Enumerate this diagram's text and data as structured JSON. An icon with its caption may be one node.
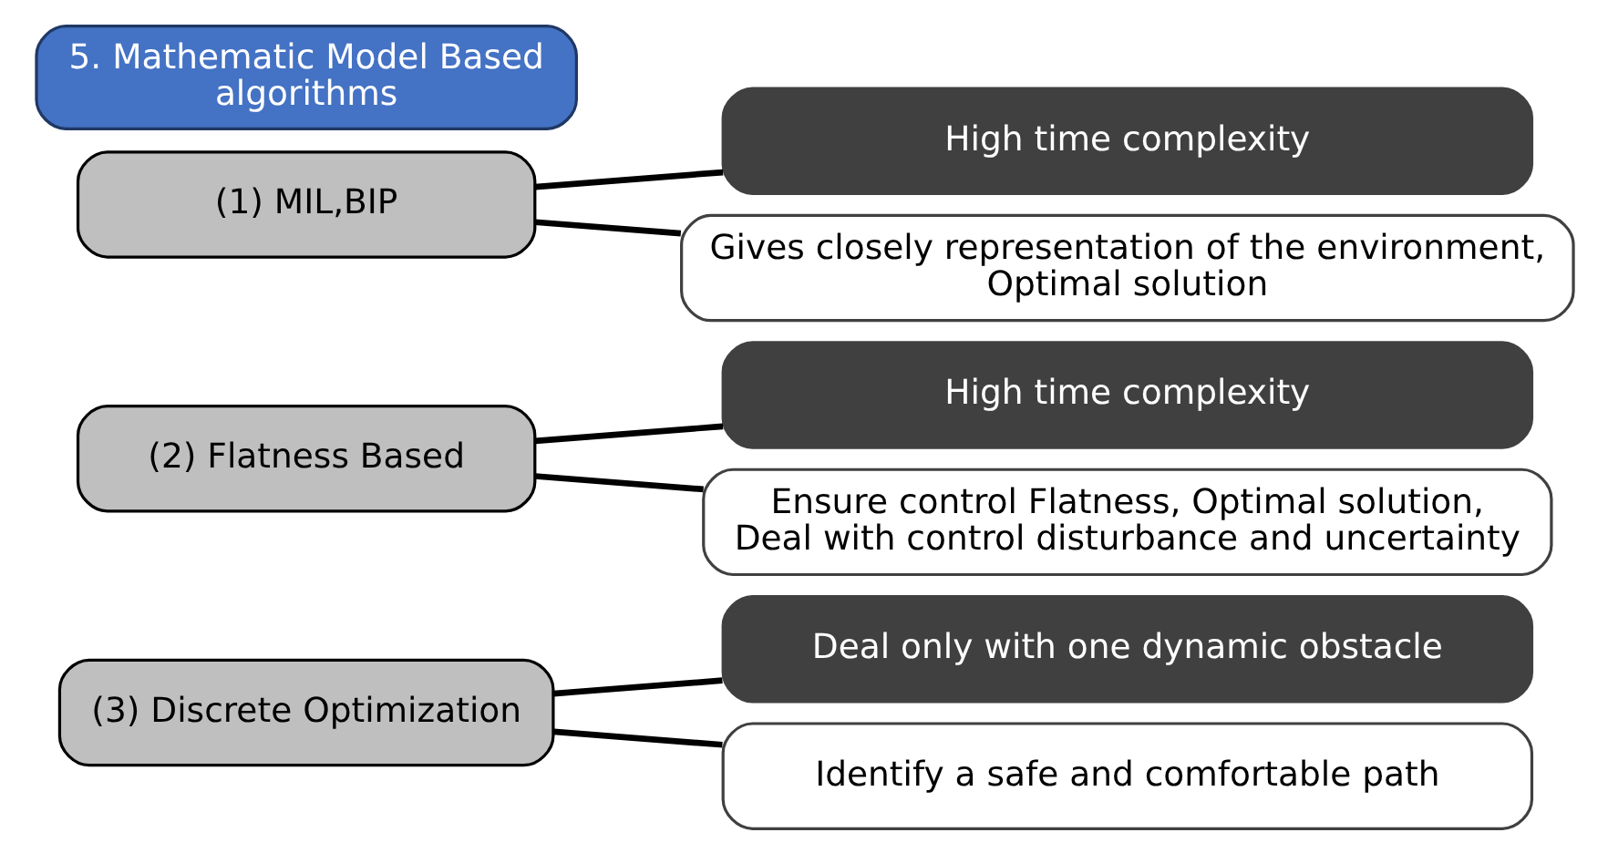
{
  "diagram": {
    "nodes": [
      {
        "text": [
          "5. Mathematic Model Based algorithms"
        ]
      },
      {
        "text": [
          "(1) MIL,BIP"
        ]
      },
      {
        "text": [
          "Gives closely representation of the environment, Optimal solution"
        ]
      },
      {
        "text": [
          "High time complexity"
        ]
      },
      {
        "text": [
          "(2) Flatness Based"
        ]
      },
      {
        "text": [
          "Ensure control Flatness, Optimal solution, Deal with control disturbance and uncertainty"
        ]
      },
      {
        "text": [
          "High time complexity"
        ]
      },
      {
        "text": [
          "(3) Discrete Optimization"
        ]
      },
      {
        "text": [
          "Identify a safe and comfortable path"
        ]
      },
      {
        "text": [
          "Deal only with one dynamic obstacle"
        ]
      }
    ],
    "edges": [
      {
        "from": 1,
        "to": 2,
        "arrow": "none"
      },
      {
        "from": 1,
        "to": 3,
        "arrow": "none"
      },
      {
        "from": 4,
        "to": 5,
        "arrow": "none"
      },
      {
        "from": 4,
        "to": 6,
        "arrow": "none"
      },
      {
        "from": 7,
        "to": 8,
        "arrow": "none"
      },
      {
        "from": 7,
        "to": 9,
        "arrow": "none"
      }
    ]
  }
}
